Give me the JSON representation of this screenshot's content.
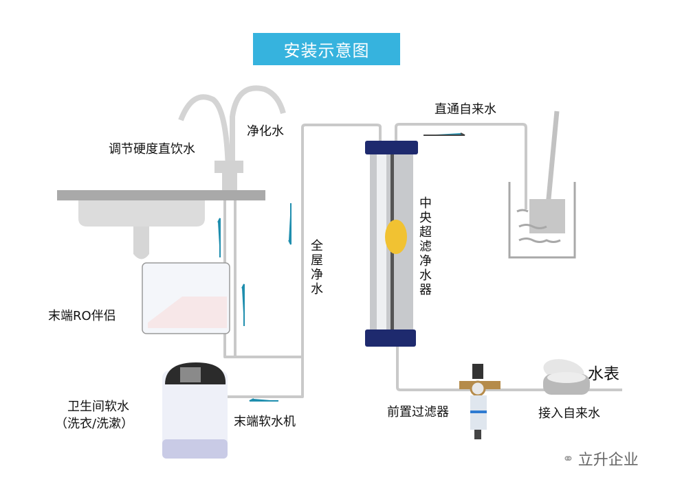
{
  "title": "安装示意图",
  "labels": {
    "adjust_hardness": "调节硬度直饮水",
    "purified_water": "净化水",
    "whole_house": "全屋净水",
    "ro_companion": "末端RO伴侣",
    "bathroom_soft_1": "卫生间软水",
    "bathroom_soft_2": "（洗衣/洗漱）",
    "softener": "末端软水机",
    "central_uf": "中央超滤净水器",
    "direct_tap": "直通自来水",
    "water_meter": "水表",
    "pre_filter": "前置过滤器",
    "tap_inlet": "接入自来水"
  },
  "watermark": "立升企业",
  "colors": {
    "title_bg": "#36b3de",
    "pipe": "#c9c9c9",
    "arrow": "#1f8eae",
    "filter_cap": "#1e2a6e"
  }
}
